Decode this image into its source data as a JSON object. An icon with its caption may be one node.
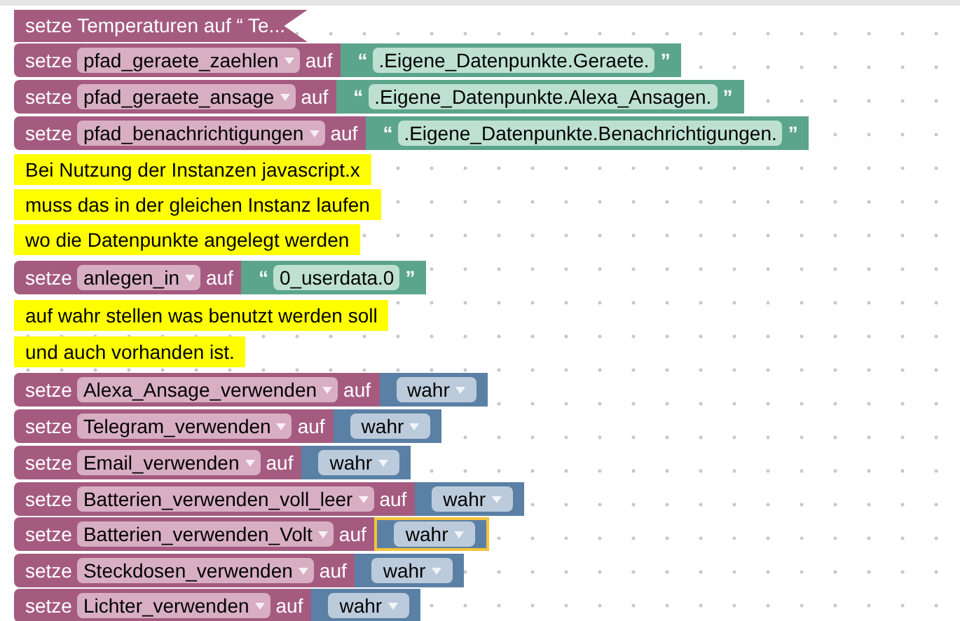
{
  "diagram": {
    "nodes": [
      {
        "text": [
          "setze Temperaturen auf “ Te..."
        ]
      },
      {
        "text": [
          "setze",
          "pfad_geraete_zaehlen",
          "auf"
        ]
      },
      {
        "text": [
          "“",
          ".Eigene_Datenpunkte.Geraete.",
          "”"
        ]
      },
      {
        "text": [
          "setze",
          "pfad_geraete_ansage",
          "auf"
        ]
      },
      {
        "text": [
          "“",
          ".Eigene_Datenpunkte.Alexa_Ansagen.",
          "”"
        ]
      },
      {
        "text": [
          "setze",
          "pfad_benachrichtigungen",
          "auf"
        ]
      },
      {
        "text": [
          "“",
          ".Eigene_Datenpunkte.Benachrichtigungen.",
          "”"
        ]
      },
      {
        "text": [
          "Bei Nutzung der Instanzen javascript.x"
        ]
      },
      {
        "text": [
          "muss das in der gleichen Instanz laufen"
        ]
      },
      {
        "text": [
          "wo die Datenpunkte angelegt werden"
        ]
      },
      {
        "text": [
          "setze",
          "anlegen_in",
          "auf"
        ]
      },
      {
        "text": [
          "“",
          "0_userdata.0",
          "”"
        ]
      },
      {
        "text": [
          "auf wahr stellen was benutzt werden soll"
        ]
      },
      {
        "text": [
          "und auch vorhanden ist."
        ]
      },
      {
        "text": [
          "setze",
          "Alexa_Ansage_verwenden",
          "auf"
        ]
      },
      {
        "text": [
          "wahr"
        ]
      },
      {
        "text": [
          "setze",
          "Telegram_verwenden",
          "auf"
        ]
      },
      {
        "text": [
          "wahr"
        ]
      },
      {
        "text": [
          "setze",
          "Email_verwenden",
          "auf"
        ]
      },
      {
        "text": [
          "wahr"
        ]
      },
      {
        "text": [
          "setze",
          "Batterien_verwenden_voll_leer",
          "auf"
        ]
      },
      {
        "text": [
          "wahr"
        ]
      },
      {
        "text": [
          "setze",
          "Batterien_verwenden_Volt",
          "auf"
        ]
      },
      {
        "text": [
          "wahr"
        ]
      },
      {
        "text": [
          "setze",
          "Steckdosen_verwenden",
          "auf"
        ]
      },
      {
        "text": [
          "wahr"
        ]
      },
      {
        "text": [
          "setze",
          "Lichter_verwenden",
          "auf"
        ]
      },
      {
        "text": [
          "wahr"
        ]
      }
    ]
  }
}
